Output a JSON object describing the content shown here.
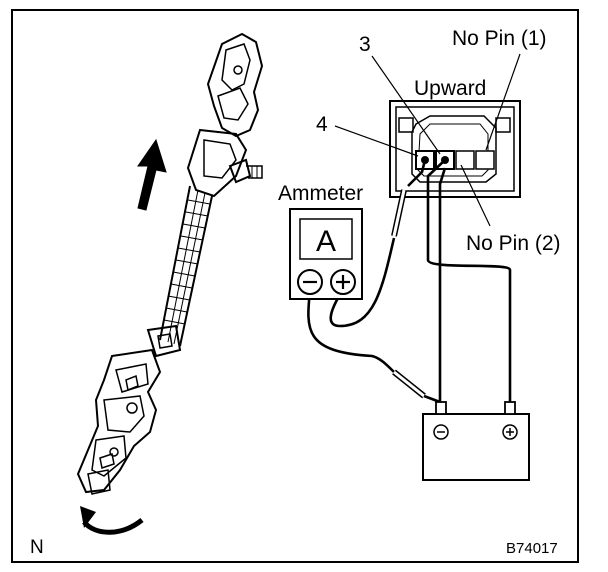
{
  "figure": {
    "labels": {
      "no_pin_1": "No Pin (1)",
      "no_pin_2": "No Pin (2)",
      "upward": "Upward",
      "pin_3": "3",
      "pin_4": "4",
      "ammeter": "Ammeter",
      "meter_letter": "A",
      "corner_mark": "N",
      "figure_code": "B74017"
    },
    "icons": [
      "seat-belt-pretensioner-assembly",
      "upward-arrow-icon",
      "rotation-arrow-icon",
      "ammeter-icon",
      "battery-icon",
      "connector-icon",
      "minus-icon",
      "plus-icon"
    ]
  }
}
